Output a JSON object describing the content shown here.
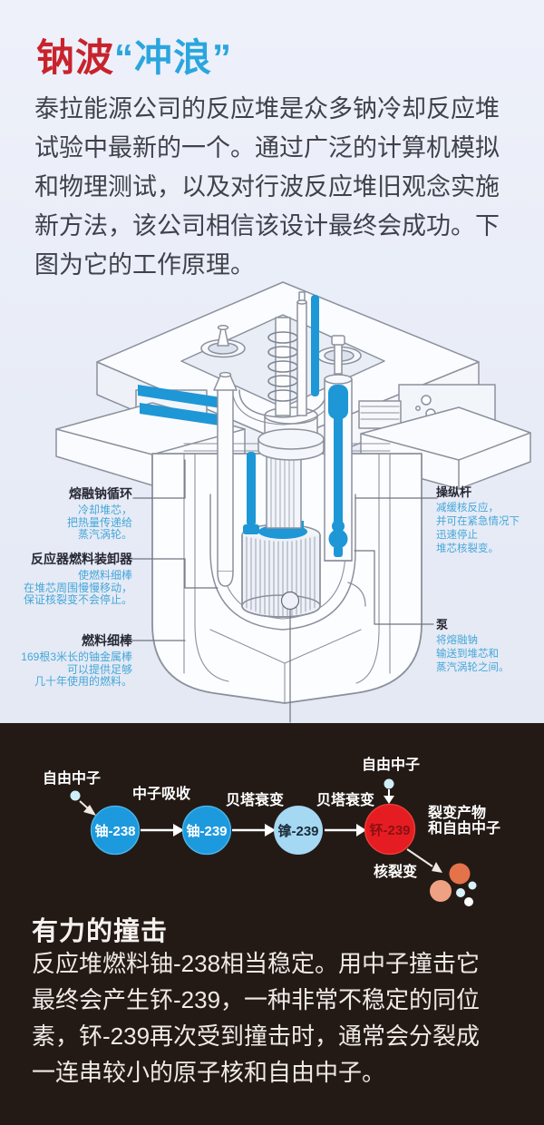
{
  "header": {
    "title_red": "钠波",
    "title_blue": "“冲浪”",
    "intro": "泰拉能源公司的反应堆是众多钠冷却反应堆\n试验中最新的一个。通过广泛的计算机模拟\n和物理测试，以及对行波反应堆旧观念实施\n新方法，该公司相信该设计最终会成功。下\n图为它的工作原理。"
  },
  "reactor": {
    "labels_left": [
      {
        "title": "熔融钠循环",
        "desc": "冷却堆芯，\n把热量传递给\n蒸汽涡轮。"
      },
      {
        "title": "反应器燃料装卸器",
        "desc": "使燃料细棒\n在堆芯周围慢慢移动，\n保证核裂变不会停止。"
      },
      {
        "title": "燃料细棒",
        "desc": "169根3米长的铀金属棒\n可以提供足够\n几十年使用的燃料。"
      }
    ],
    "labels_right": [
      {
        "title": "操纵杆",
        "desc": "减缓核反应，\n并可在紧急情况下\n迅速停止\n堆芯核裂变。"
      },
      {
        "title": "泵",
        "desc": "将熔融钠\n输送到堆芯和\n蒸汽涡轮之间。"
      }
    ]
  },
  "decay": {
    "neutron_left": "自由中子",
    "neutron_top": "自由中子",
    "absorb_label": "中子吸收",
    "beta1_label": "贝塔衰变",
    "beta2_label": "贝塔衰变",
    "fission_label": "核裂变",
    "products_line1": "裂变产物",
    "products_line2": "和自由中子",
    "nodes": [
      {
        "label": "铀-238",
        "color": "#1d9ade",
        "text_color": "#ffffff"
      },
      {
        "label": "铀-239",
        "color": "#1d9ade",
        "text_color": "#ffffff"
      },
      {
        "label": "镎-239",
        "color": "#a5d8f2",
        "text_color": "#1b2b3a"
      },
      {
        "label": "钚-239",
        "color": "#e51d22",
        "text_color": "#8c1013"
      }
    ]
  },
  "footer": {
    "heading": "有力的撞击",
    "body": "反应堆燃料铀-238相当稳定。用中子撞击它\n最终会产生钚-239，一种非常不稳定的同位\n素，钚-239再次受到撞击时，通常会分裂成\n一连串较小的原子核和自由中子。"
  },
  "colors": {
    "page_background_top": "#eef1fa",
    "page_background_bottom": "#dfe5f1",
    "dark_section_background": "#231a16",
    "title_red": "#c8232c",
    "title_blue": "#2aa6de",
    "body_text": "#3f414b",
    "callout_title": "#262833",
    "callout_desc": "#45a7d8",
    "diagram_blue": "#1e97d6",
    "diagram_stroke": "#8b919d",
    "neutron_dot": "#cfeef8",
    "fission_product_orange": "#e5734a",
    "fission_product_salmon": "#efa183",
    "footer_text": "#efeae6"
  }
}
